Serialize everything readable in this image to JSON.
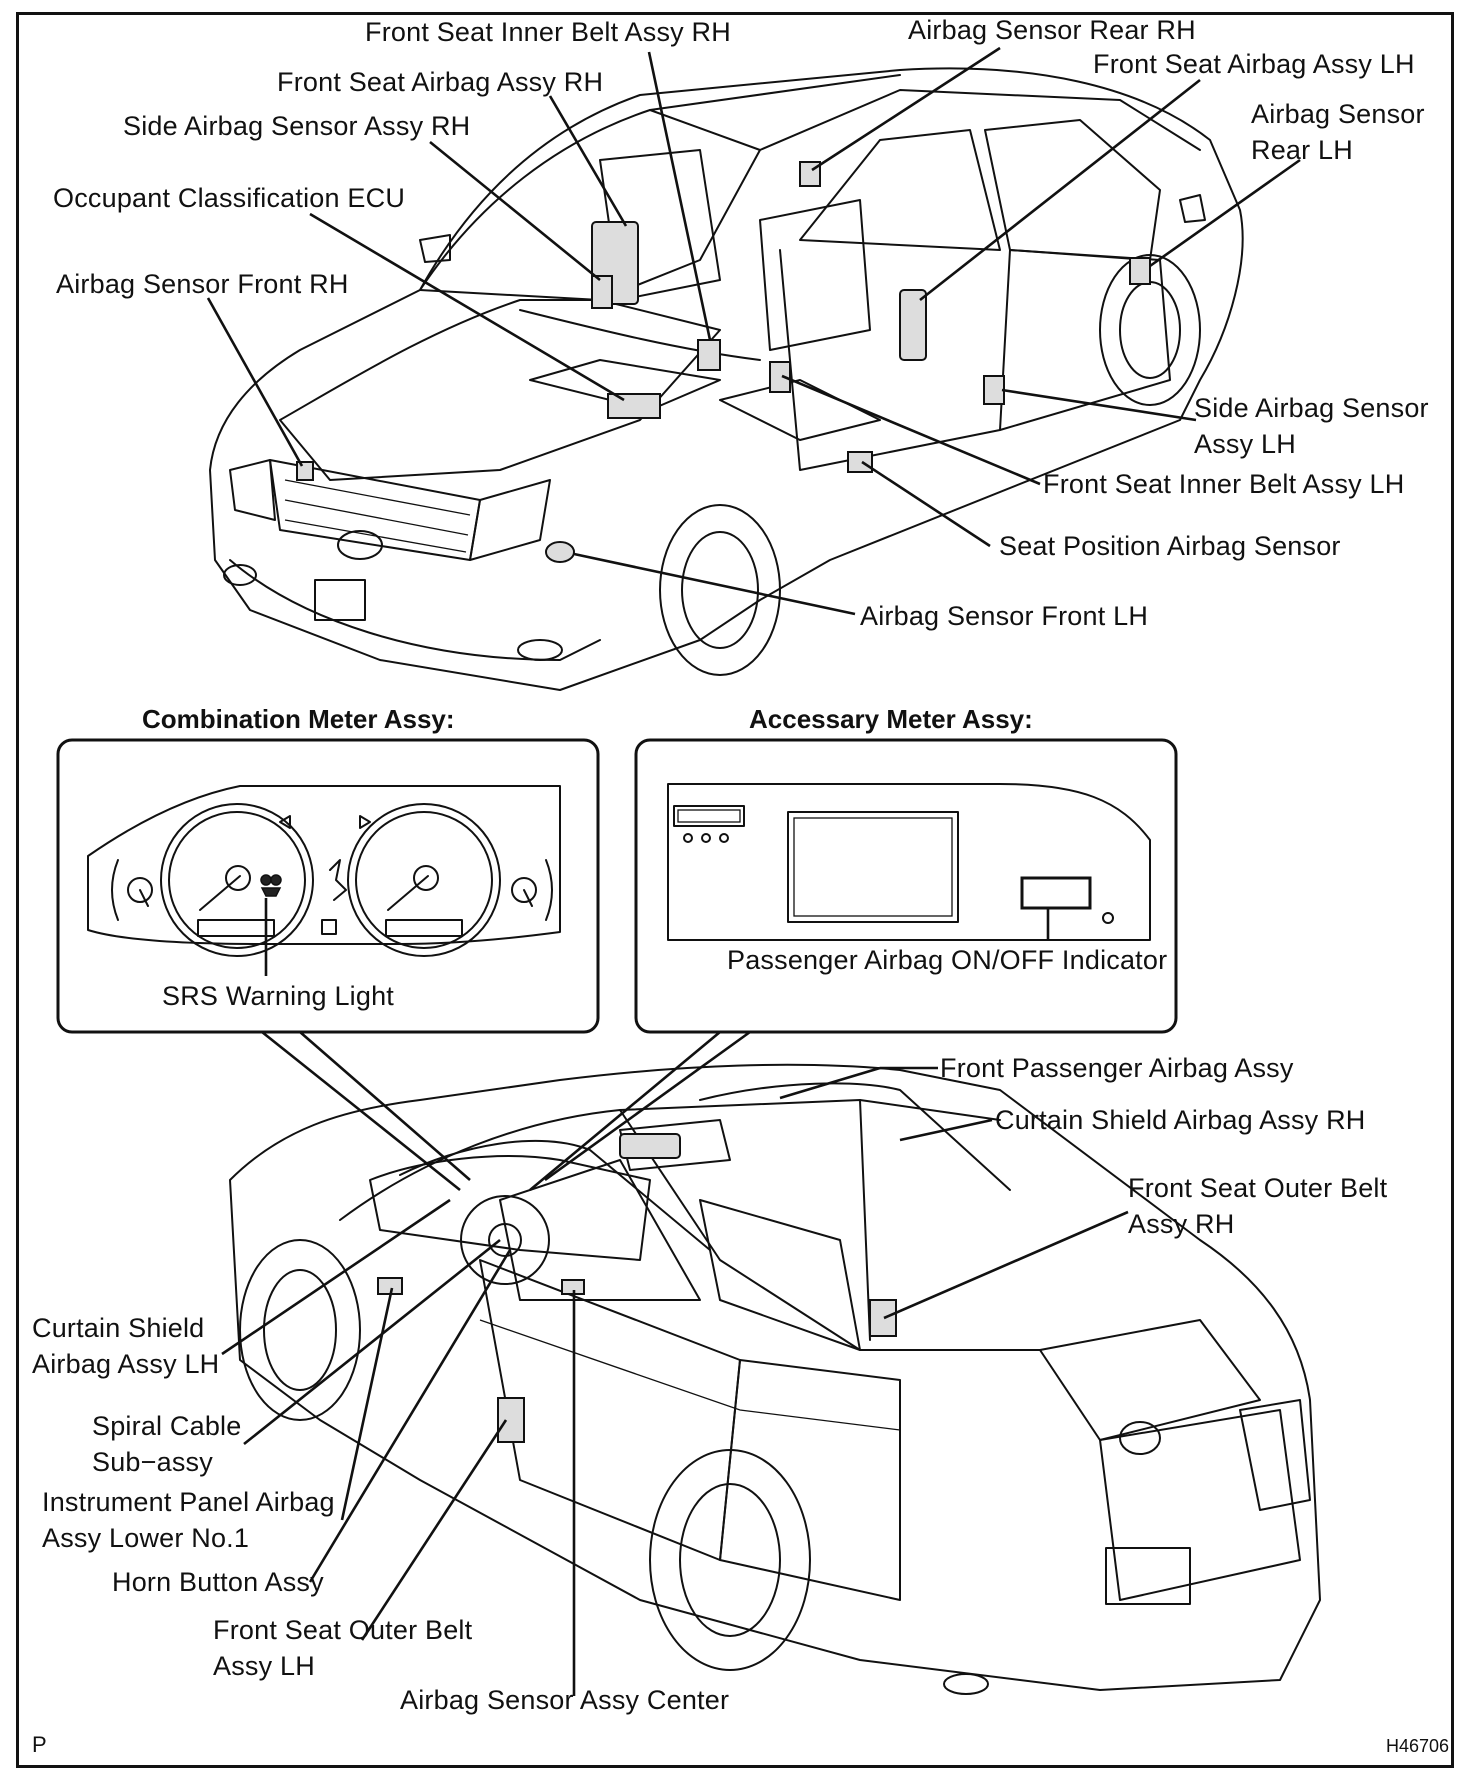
{
  "labels": {
    "front_seat_inner_belt_rh": "Front Seat Inner Belt Assy RH",
    "airbag_sensor_rear_rh": "Airbag Sensor Rear RH",
    "front_seat_airbag_lh": "Front Seat Airbag Assy LH",
    "front_seat_airbag_rh": "Front Seat Airbag Assy RH",
    "airbag_sensor_rear_lh_1": "Airbag Sensor",
    "airbag_sensor_rear_lh_2": "Rear LH",
    "side_airbag_sensor_rh": "Side Airbag Sensor Assy RH",
    "occupant_classification_ecu": "Occupant Classification ECU",
    "airbag_sensor_front_rh": "Airbag Sensor Front RH",
    "side_airbag_sensor_lh_1": "Side Airbag Sensor",
    "side_airbag_sensor_lh_2": "Assy LH",
    "front_seat_inner_belt_lh": "Front Seat Inner Belt Assy LH",
    "seat_position_airbag_sensor": "Seat Position Airbag Sensor",
    "airbag_sensor_front_lh": "Airbag Sensor Front LH",
    "srs_warning_light": "SRS Warning Light",
    "passenger_airbag_indicator": "Passenger Airbag ON/OFF Indicator",
    "front_passenger_airbag": "Front Passenger Airbag Assy",
    "curtain_shield_rh": "Curtain Shield Airbag Assy RH",
    "front_seat_outer_belt_rh_1": "Front Seat Outer Belt",
    "front_seat_outer_belt_rh_2": "Assy RH",
    "curtain_shield_lh_1": "Curtain Shield",
    "curtain_shield_lh_2": "Airbag Assy LH",
    "spiral_cable_1": "Spiral Cable",
    "spiral_cable_2": "Sub−assy",
    "instrument_panel_airbag_1": "Instrument Panel Airbag",
    "instrument_panel_airbag_2": "Assy Lower No.1",
    "horn_button": "Horn Button Assy",
    "front_seat_outer_belt_lh_1": "Front Seat Outer Belt",
    "front_seat_outer_belt_lh_2": "Assy LH",
    "airbag_sensor_center": "Airbag Sensor Assy Center"
  },
  "panels": {
    "combination_title": "Combination Meter Assy:",
    "accessory_title": "Accessary Meter Assy:"
  },
  "corners": {
    "left": "P",
    "right": "H46706"
  }
}
